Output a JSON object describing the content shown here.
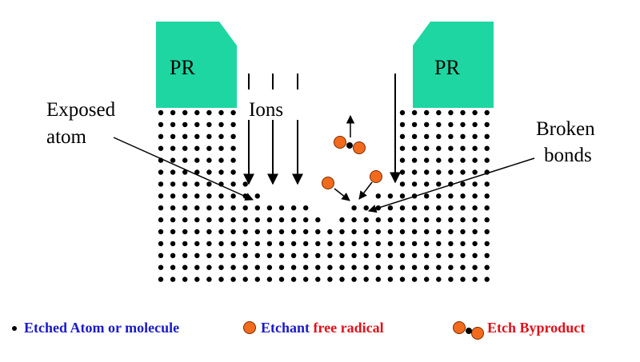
{
  "diagram": {
    "pr_left": "PR",
    "pr_right": "PR",
    "ions": "Ions",
    "exposed_atom_line1": "Exposed",
    "exposed_atom_line2": "atom",
    "broken_bonds_line1": "Broken",
    "broken_bonds_line2": "bonds"
  },
  "legend": {
    "etched_atom": "Etched Atom or molecule",
    "etchant": "Etchant",
    "free_radical": "free radical",
    "etch_byproduct": "Etch Byproduct"
  },
  "colors": {
    "photoresist": "#1ed6a2",
    "radical": "#f26b1d",
    "atom": "#000000",
    "legend_blue": "#1a1ac8",
    "legend_red": "#e0101a"
  }
}
